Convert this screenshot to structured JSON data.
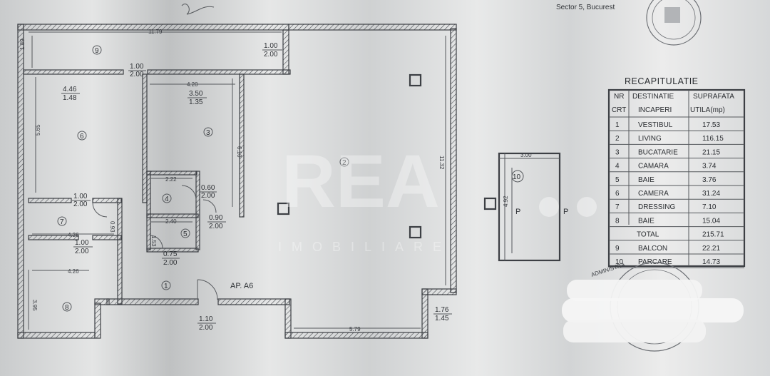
{
  "header": {
    "address": "Sector 5, Bucurest"
  },
  "plan": {
    "apartment_label": "AP. A6",
    "parking_marks": [
      "P",
      "P"
    ],
    "rooms": [
      {
        "num": "1"
      },
      {
        "num": "2"
      },
      {
        "num": "3"
      },
      {
        "num": "4"
      },
      {
        "num": "5"
      },
      {
        "num": "6"
      },
      {
        "num": "7"
      },
      {
        "num": "8"
      },
      {
        "num": "9"
      },
      {
        "num": "10"
      }
    ],
    "dimensions": {
      "d_1179": "11.79",
      "d_189": "1.89",
      "d_565": "5.65",
      "d_420": "4.20",
      "d_610": "6.10",
      "d_1132": "11.32",
      "d_222": "2.22",
      "d_240": "2.40",
      "d_153": "1.53",
      "d_426a": "4.26",
      "d_426b": "4.26",
      "d_395": "3.95",
      "d_093": "0.93",
      "d_579": "5.79",
      "d_300": "3.00",
      "d_492": "4.92"
    },
    "openings": {
      "o1": [
        "1.00",
        "2.00"
      ],
      "o2": [
        "1.00",
        "2.00"
      ],
      "o3": [
        "4.46",
        "1.48"
      ],
      "o4": [
        "3.50",
        "1.35"
      ],
      "o5": [
        "0.60",
        "2.00"
      ],
      "o6": [
        "1.00",
        "2.00"
      ],
      "o7": [
        "0.90",
        "2.00"
      ],
      "o8": [
        "1.00",
        "2.00"
      ],
      "o9": [
        "0.75",
        "2.00"
      ],
      "o10": [
        "1.10",
        "2.00"
      ],
      "o11": [
        "1.76",
        "1.45"
      ]
    }
  },
  "watermark": {
    "logo": "REA",
    "tagline": "IMOBILIARE"
  },
  "recap": {
    "title": "RECAPITULATIE",
    "headers": {
      "nr": [
        "NR",
        "CRT"
      ],
      "dest": [
        "DESTINATIE",
        "INCAPERI"
      ],
      "supr": [
        "SUPRAFATA",
        "UTILA(mp)"
      ]
    },
    "rows": [
      {
        "nr": "1",
        "dest": "VESTIBUL",
        "val": "17.53"
      },
      {
        "nr": "2",
        "dest": "LIVING",
        "val": "116.15"
      },
      {
        "nr": "3",
        "dest": "BUCATARIE",
        "val": "21.15"
      },
      {
        "nr": "4",
        "dest": "CAMARA",
        "val": "3.74"
      },
      {
        "nr": "5",
        "dest": "BAIE",
        "val": "3.76"
      },
      {
        "nr": "6",
        "dest": "CAMERA",
        "val": "31.24"
      },
      {
        "nr": "7",
        "dest": "DRESSING",
        "val": "7.10"
      },
      {
        "nr": "8",
        "dest": "BAIE",
        "val": "15.04"
      }
    ],
    "total": {
      "label": "TOTAL",
      "val": "215.71"
    },
    "extra": [
      {
        "nr": "9",
        "dest": "BALCON",
        "val": "22.21"
      },
      {
        "nr": "10",
        "dest": "PARCARE",
        "val": "14.73"
      }
    ]
  },
  "stamp": {
    "text": "ADMINISTRA"
  }
}
